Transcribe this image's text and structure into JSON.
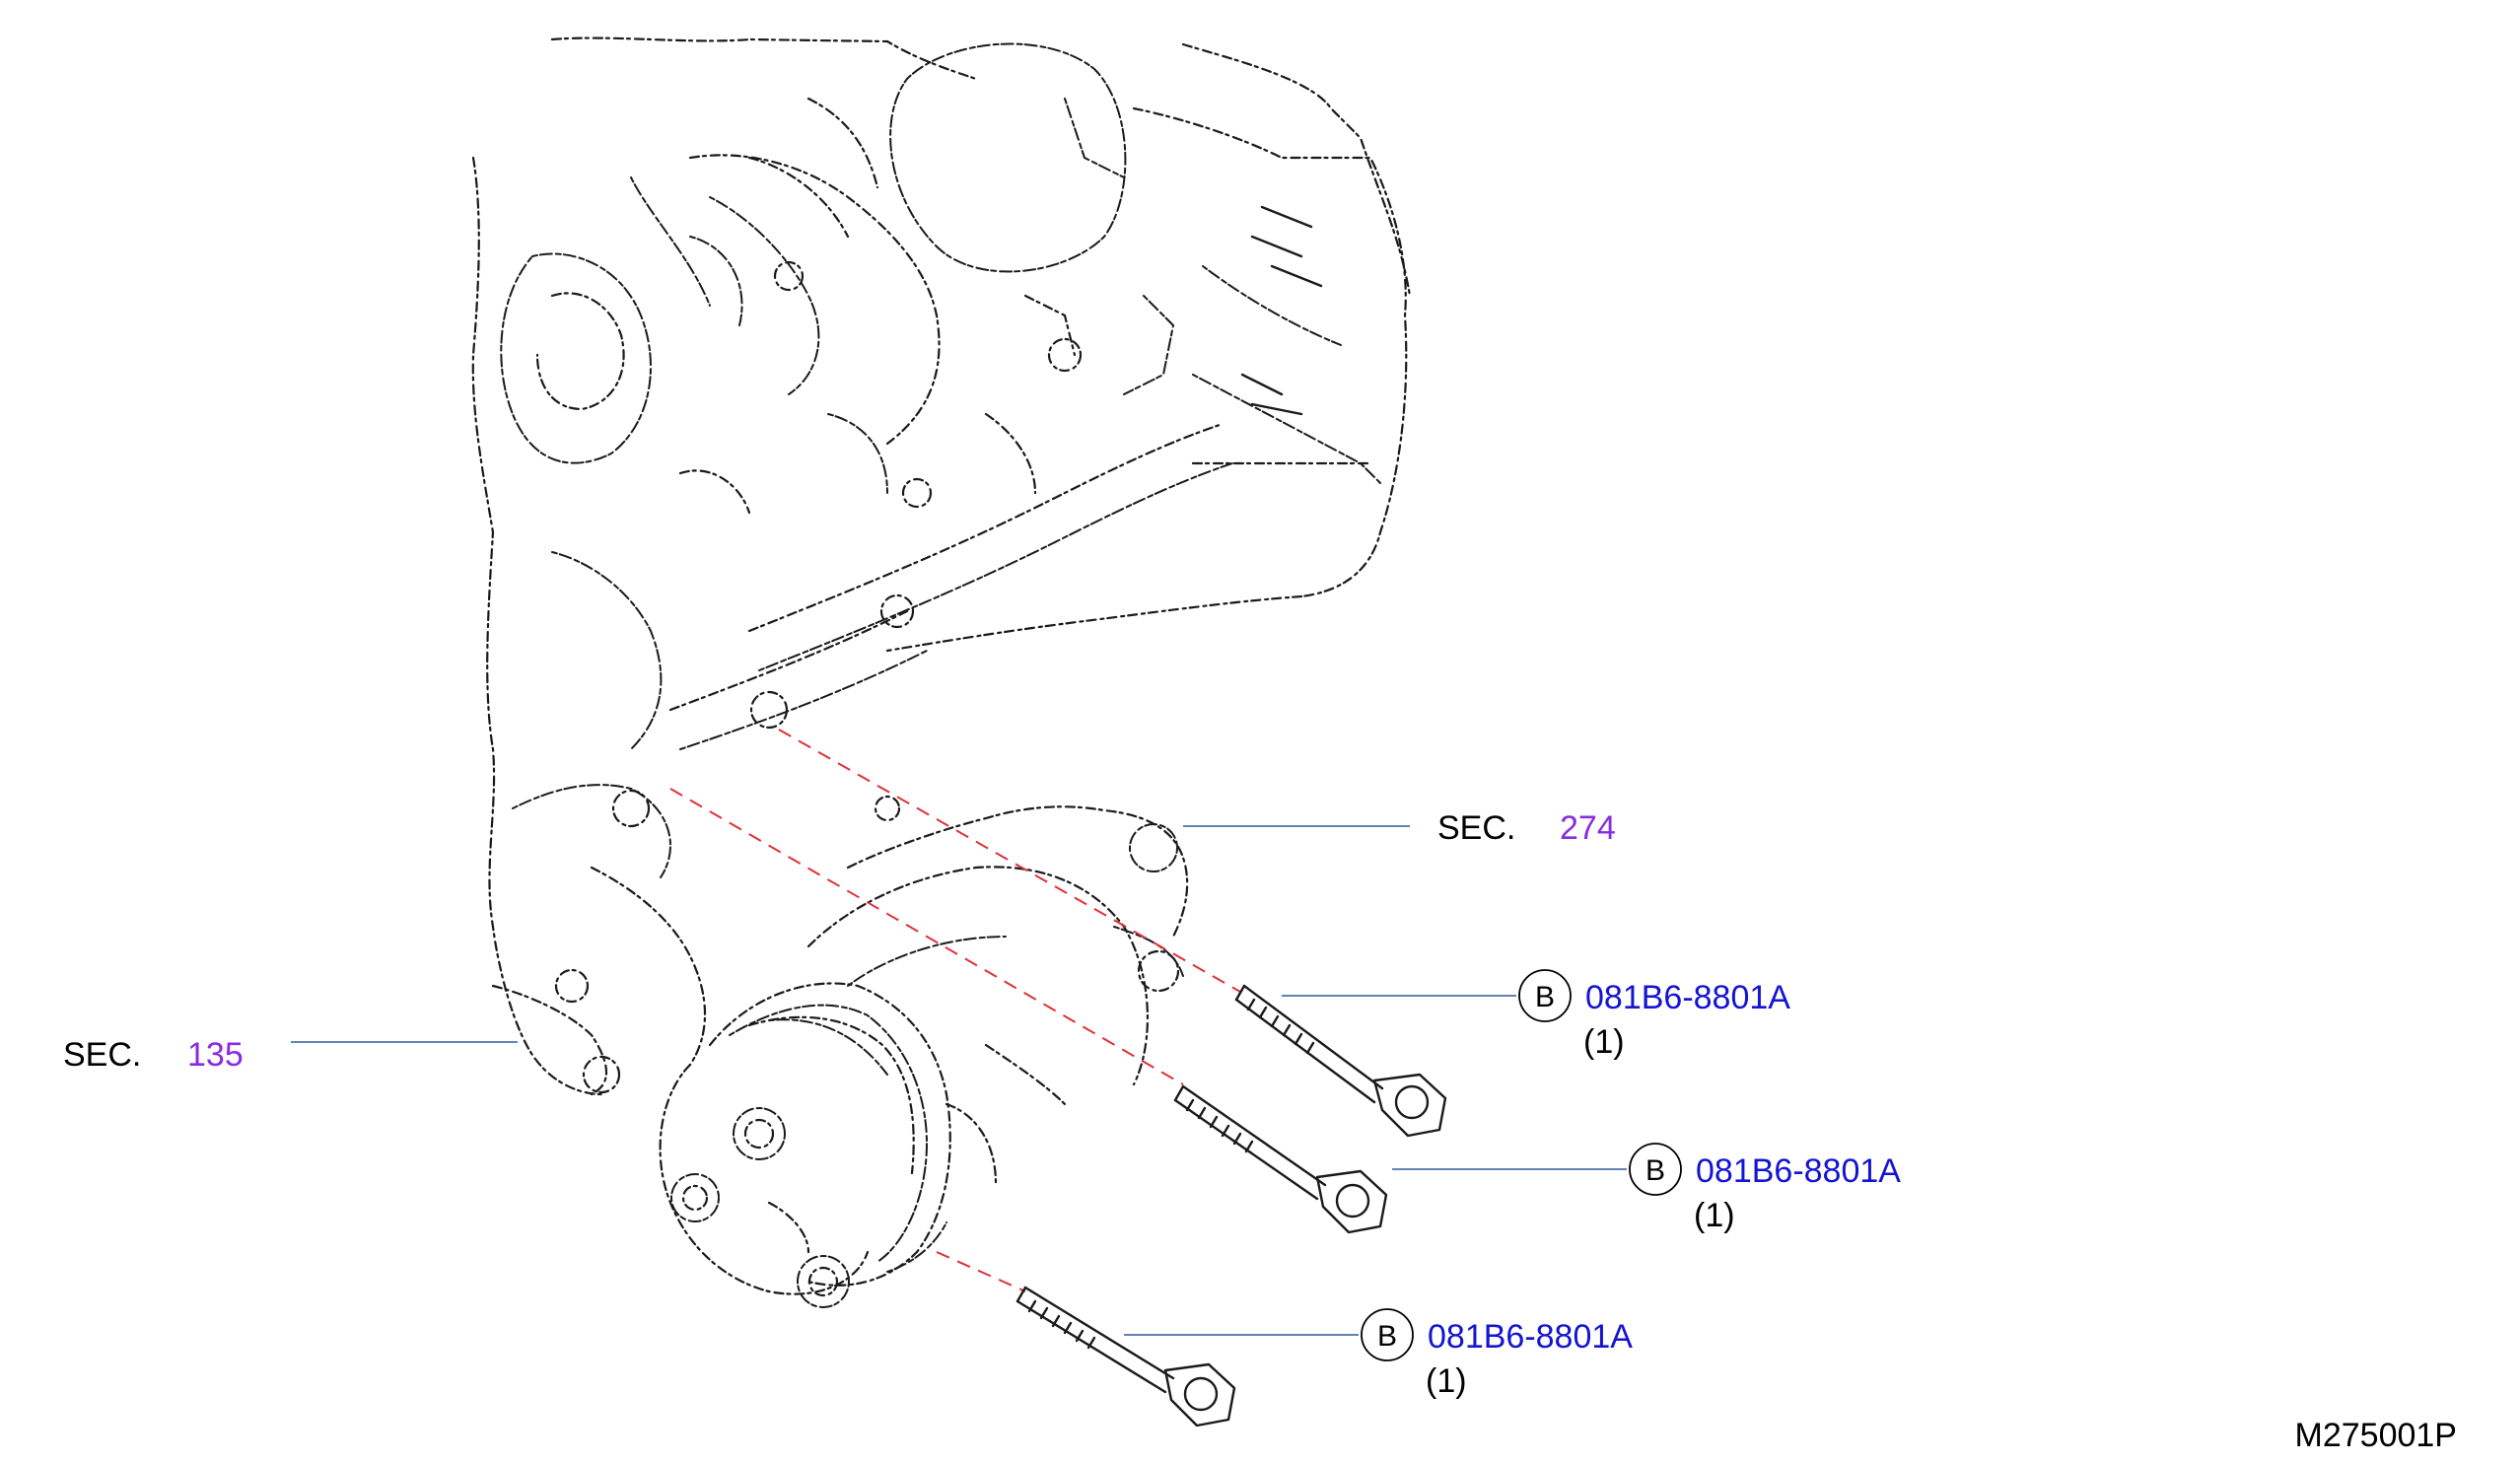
{
  "colors": {
    "sec_number": "#8a2be2",
    "part_number": "#1414d2",
    "leader_line": "#2d5a9c",
    "dashed_guide": "#e0303a",
    "linework": "#1a1a1a"
  },
  "section_refs": [
    {
      "prefix": "SEC.",
      "number": "274"
    },
    {
      "prefix": "SEC.",
      "number": "135"
    }
  ],
  "parts": [
    {
      "marker": "B",
      "part_number": "081B6-8801A",
      "qty": "(1)"
    },
    {
      "marker": "B",
      "part_number": "081B6-8801A",
      "qty": "(1)"
    },
    {
      "marker": "B",
      "part_number": "081B6-8801A",
      "qty": "(1)"
    }
  ],
  "diagram_code": "M275001P"
}
